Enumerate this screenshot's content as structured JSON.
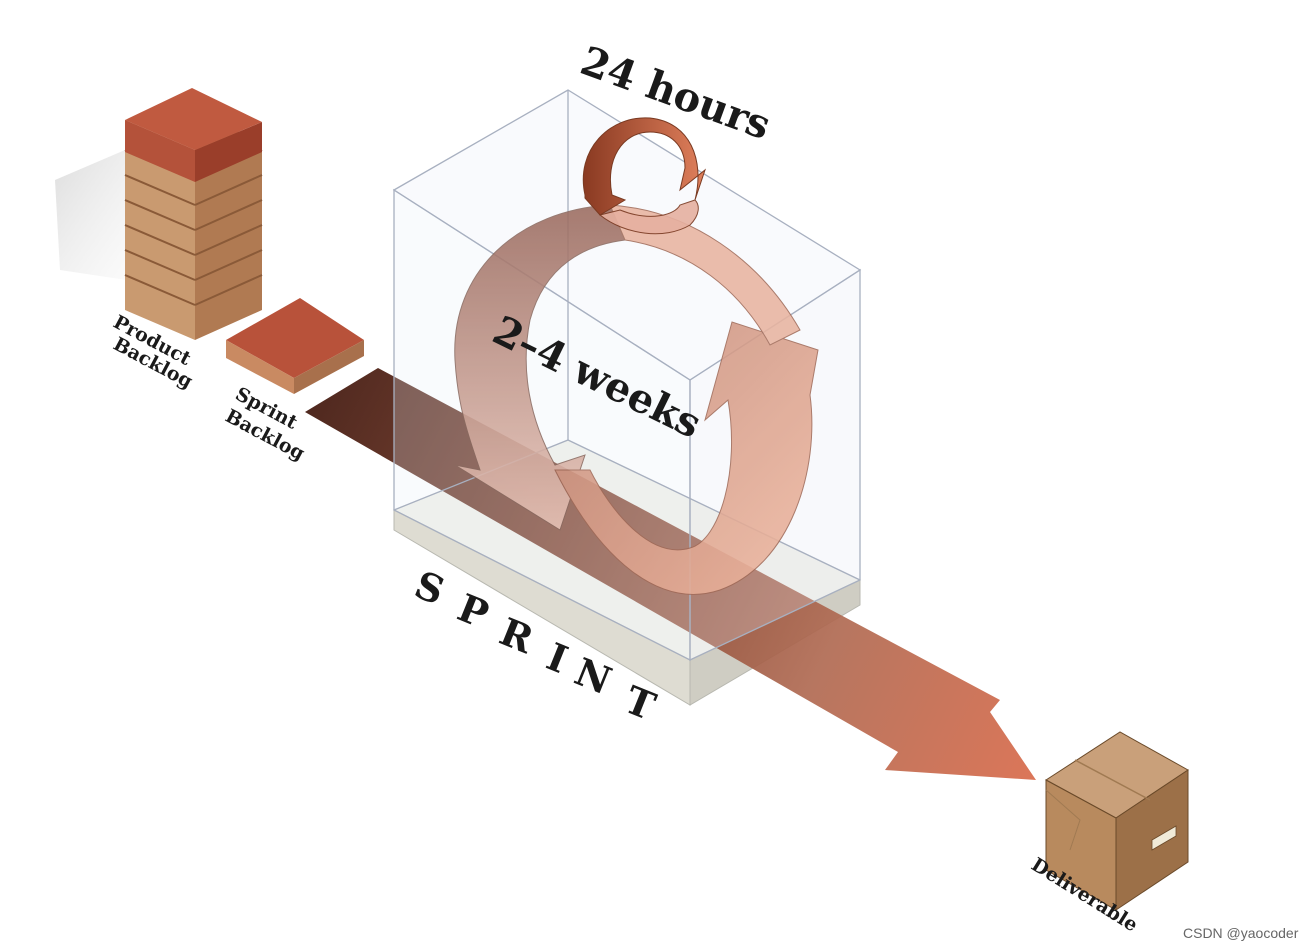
{
  "labels": {
    "product_backlog_line1": "Product",
    "product_backlog_line2": "Backlog",
    "sprint_backlog_line1": "Sprint",
    "sprint_backlog_line2": "Backlog",
    "daily_cycle": "24 hours",
    "sprint_cycle": "2–4 weeks",
    "sprint_letters": [
      "S",
      "P",
      "R",
      "I",
      "N",
      "T"
    ],
    "deliverable": "Deliverable"
  },
  "watermark": "CSDN @yaocoder",
  "colors": {
    "backlog_top": "#b4523a",
    "backlog_side": "#c8956a",
    "arrow_dark": "#4a1a0e",
    "arrow_light": "#e0866a",
    "box_cardboard": "#b88a5e"
  }
}
